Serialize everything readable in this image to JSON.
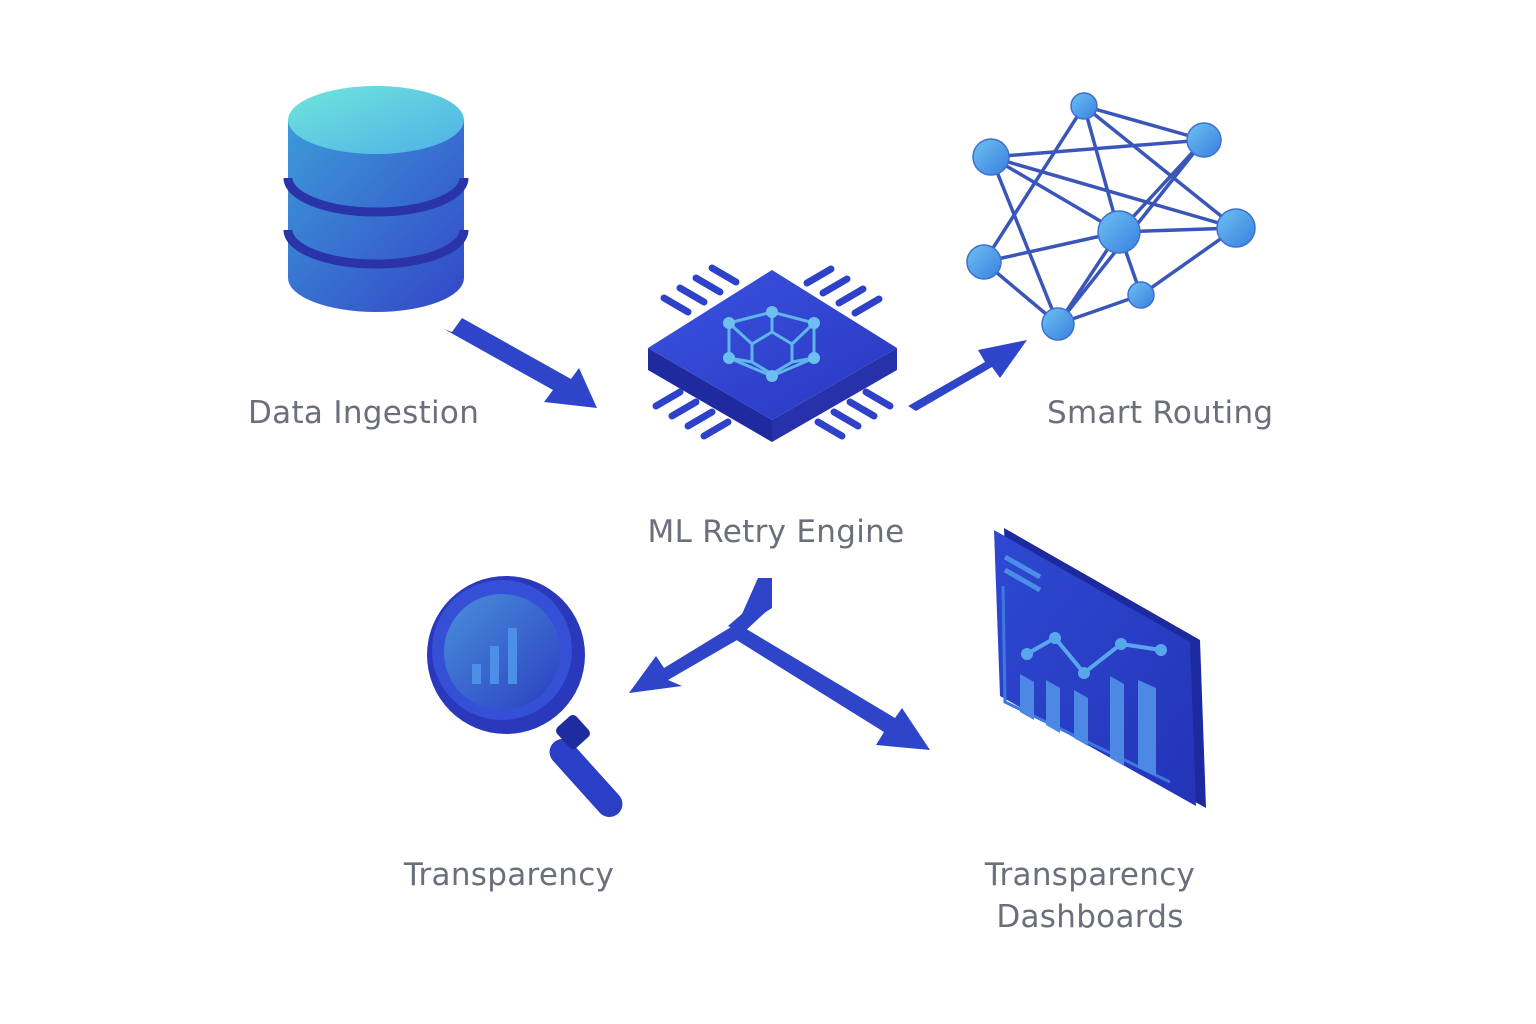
{
  "nodes": {
    "data_ingestion": {
      "label": "Data Ingestion",
      "icon": "database-icon"
    },
    "ml_retry_engine": {
      "label": "ML Retry Engine",
      "icon": "chip-icon"
    },
    "smart_routing": {
      "label": "Smart Routing",
      "icon": "network-graph-icon"
    },
    "transparency": {
      "label": "Transparency",
      "icon": "magnifier-chart-icon"
    },
    "transparency_dashboards": {
      "label_line1": "Transparency",
      "label_line2": "Dashboards",
      "icon": "dashboard-monitor-icon"
    }
  },
  "colors": {
    "label_text": "#6b6f7b",
    "arrow_blue": "#2f45c9",
    "icon_blue_dark": "#2a36b8",
    "icon_blue_light": "#4fa0e8",
    "icon_cyan": "#6fe0de"
  }
}
